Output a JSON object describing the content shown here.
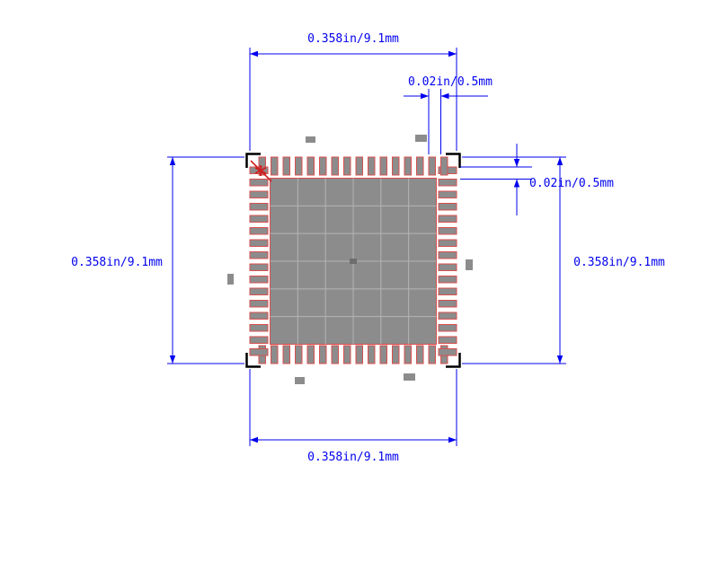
{
  "figure": {
    "type": "ic-land-pattern",
    "pins_per_side": 16
  },
  "labels": {
    "dim_top": "0.358in/9.1mm",
    "pitch_top": "0.02in/0.5mm",
    "pitch_right": "0.02in/0.5mm",
    "dim_left": "0.358in/9.1mm",
    "dim_right": "0.358in/9.1mm",
    "dim_bottom": "0.358in/9.1mm",
    "pin1_marker": "*"
  },
  "colors": {
    "background": "#ffffff",
    "dimension": "#0000ee",
    "pad_fill": "#8c8c8c",
    "pad_outline": "#d94f4f",
    "thermal_grid": "#b5b5b5",
    "corner_bracket": "#000000",
    "pin1": "#cc2222",
    "center_mark": "#6e6e6e"
  }
}
